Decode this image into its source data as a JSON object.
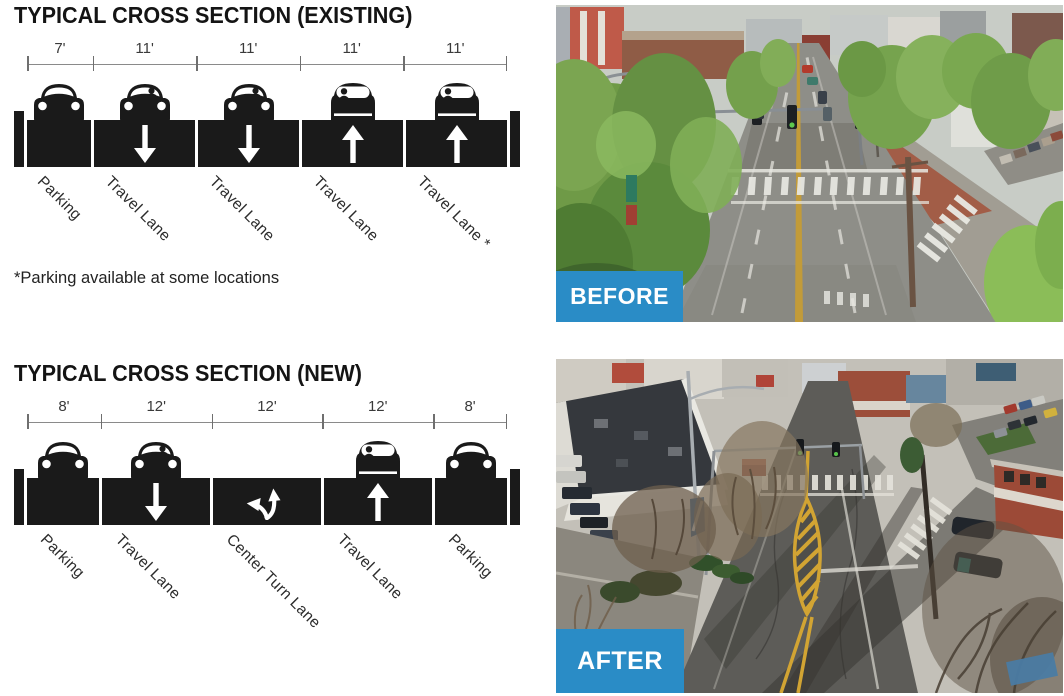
{
  "page": {
    "background": "#ffffff"
  },
  "colors": {
    "diagram_black": "#1a1a1a",
    "dimension_line": "#8a8a8a",
    "dimension_text": "#3a3a3a",
    "accent_blue": "#2a8cc6",
    "photo_label_text": "#ffffff"
  },
  "sections": {
    "existing": {
      "title": "TYPICAL CROSS SECTION (EXISTING)",
      "footnote": "*Parking available at some locations",
      "lanes": [
        {
          "width": "7'",
          "feet": 7,
          "label": "Parking",
          "arrow": "none",
          "car": "front-parked"
        },
        {
          "width": "11'",
          "feet": 11,
          "label": "Travel Lane",
          "arrow": "down",
          "car": "front-driver"
        },
        {
          "width": "11'",
          "feet": 11,
          "label": "Travel Lane",
          "arrow": "down",
          "car": "front-driver"
        },
        {
          "width": "11'",
          "feet": 11,
          "label": "Travel Lane",
          "arrow": "up",
          "car": "rear-driver"
        },
        {
          "width": "11'",
          "feet": 11,
          "label": "Travel Lane *",
          "arrow": "up",
          "car": "rear-driver"
        }
      ]
    },
    "new": {
      "title": "TYPICAL CROSS SECTION (NEW)",
      "lanes": [
        {
          "width": "8'",
          "feet": 8,
          "label": "Parking",
          "arrow": "none",
          "car": "front-parked"
        },
        {
          "width": "12'",
          "feet": 12,
          "label": "Travel Lane",
          "arrow": "down",
          "car": "front-driver"
        },
        {
          "width": "12'",
          "feet": 12,
          "label": "Center Turn Lane",
          "arrow": "turn",
          "car": "none"
        },
        {
          "width": "12'",
          "feet": 12,
          "label": "Travel Lane",
          "arrow": "up",
          "car": "rear-driver"
        },
        {
          "width": "8'",
          "feet": 8,
          "label": "Parking",
          "arrow": "none",
          "car": "front-parked"
        }
      ]
    }
  },
  "photos": {
    "before": {
      "label": "BEFORE"
    },
    "after": {
      "label": "AFTER"
    }
  }
}
